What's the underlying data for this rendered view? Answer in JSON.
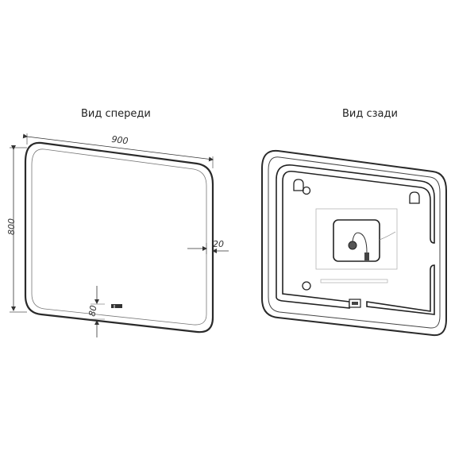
{
  "labels": {
    "front_view": "Вид спереди",
    "back_view": "Вид сзади"
  },
  "dimensions": {
    "width": "900",
    "height": "800",
    "edge_offset": "20",
    "bottom_offset": "80"
  },
  "colors": {
    "line": "#2a2a2a",
    "thin_line": "#555555",
    "light_line": "#999999"
  }
}
